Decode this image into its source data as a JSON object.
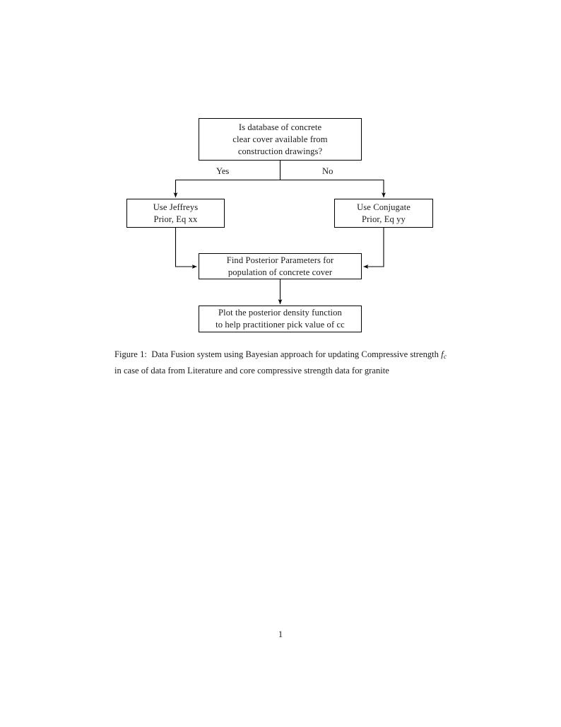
{
  "document": {
    "page_number": "1"
  },
  "figure": {
    "nodes": [
      {
        "id": "question",
        "name": "decision-database-available",
        "lines": [
          "Is database of concrete",
          "clear cover available from",
          "construction drawings?"
        ]
      },
      {
        "id": "jeffreys",
        "name": "use-jeffreys-prior",
        "lines": [
          "Use Jeffreys",
          "Prior, Eq xx"
        ]
      },
      {
        "id": "conjugate",
        "name": "use-conjugate-prior",
        "lines": [
          "Use Conjugate",
          "Prior, Eq yy"
        ]
      },
      {
        "id": "posterior",
        "name": "find-posterior-parameters",
        "lines": [
          "Find Posterior Parameters for",
          "population of concrete cover"
        ]
      },
      {
        "id": "plot",
        "name": "plot-posterior-density",
        "lines": [
          "Plot the posterior density function",
          "to help practitioner pick value of cc"
        ]
      }
    ],
    "edge_labels": {
      "yes": "Yes",
      "no": "No"
    },
    "stroke_color": "#000000"
  },
  "caption": {
    "label": "Figure 1:",
    "text_before_symbol": "Data Fusion system using Bayesian approach for updating Compressive strength",
    "symbol": "f",
    "symbol_subscript": "c",
    "text_after_symbol": "in case of data from Literature and core compressive strength data for granite"
  }
}
